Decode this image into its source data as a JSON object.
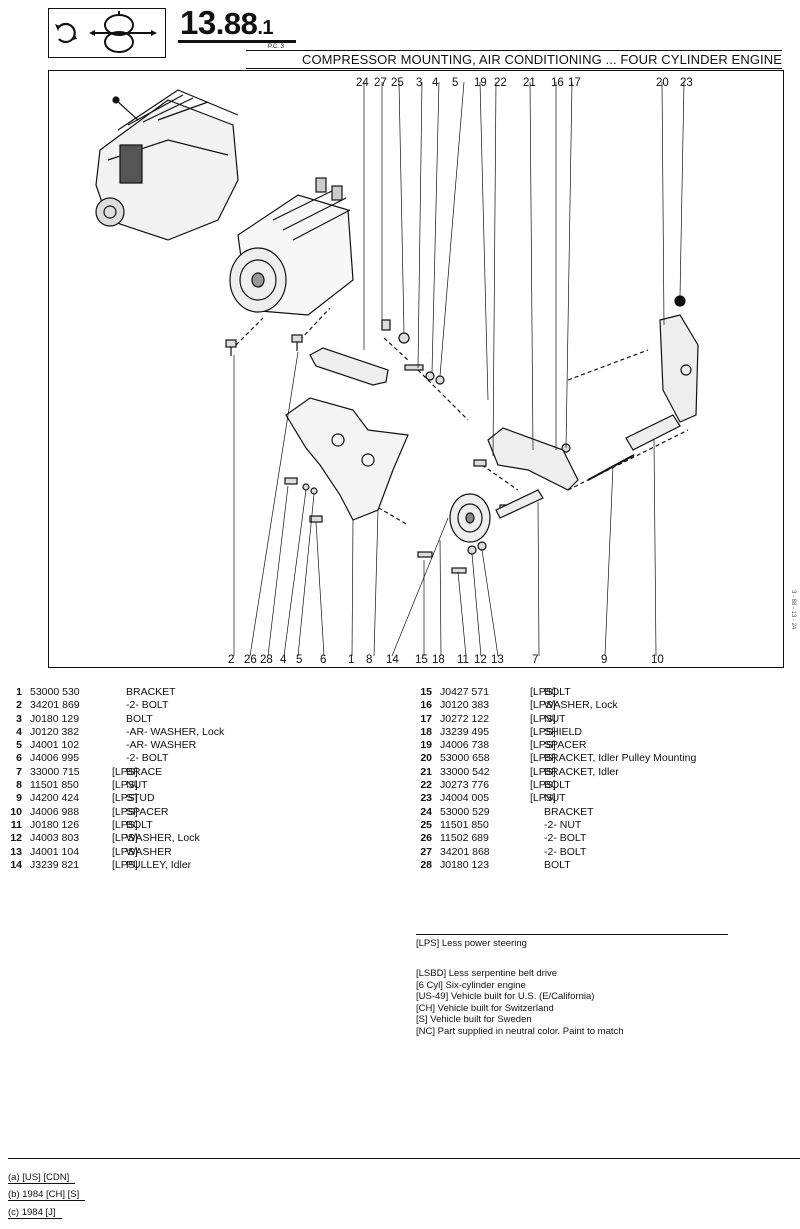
{
  "header": {
    "page_major": "13",
    "page_minor": ".88",
    "page_sub": ".1",
    "pc_label": "P.C. 3",
    "title": "COMPRESSOR MOUNTING, AIR CONDITIONING ... FOUR CYLINDER ENGINE",
    "logo_icon": "ac-compressor-flow-icon"
  },
  "diagram": {
    "callouts_top": [
      "24",
      "27",
      "25",
      "3",
      "4",
      "5",
      "19",
      "22",
      "21",
      "16",
      "17",
      "20",
      "23"
    ],
    "callouts_bottom": [
      "2",
      "26",
      "28",
      "4",
      "5",
      "6",
      "1",
      "8",
      "14",
      "15",
      "18",
      "11",
      "12",
      "13",
      "7",
      "9",
      "10"
    ],
    "side_mark": "3 - 88 - 13 - 24"
  },
  "parts_left": [
    {
      "num": "1",
      "part": "53000 530",
      "code": "",
      "desc": "BRACKET"
    },
    {
      "num": "2",
      "part": "34201 869",
      "code": "",
      "desc": "-2- BOLT"
    },
    {
      "num": "3",
      "part": "J0180 129",
      "code": "",
      "desc": "BOLT"
    },
    {
      "num": "4",
      "part": "J0120 382",
      "code": "",
      "desc": "-AR- WASHER, Lock"
    },
    {
      "num": "5",
      "part": "J4001 102",
      "code": "",
      "desc": "-AR- WASHER"
    },
    {
      "num": "6",
      "part": "J4006 995",
      "code": "",
      "desc": "-2- BOLT"
    },
    {
      "num": "7",
      "part": "33000 715",
      "code": "[LPS]",
      "desc": "BRACE"
    },
    {
      "num": "8",
      "part": "11501 850",
      "code": "[LPS]",
      "desc": "NUT"
    },
    {
      "num": "9",
      "part": "J4200 424",
      "code": "[LPS]",
      "desc": "STUD"
    },
    {
      "num": "10",
      "part": "J4006 988",
      "code": "[LPS]",
      "desc": "SPACER"
    },
    {
      "num": "11",
      "part": "J0180 126",
      "code": "[LPS]",
      "desc": "BOLT"
    },
    {
      "num": "12",
      "part": "J4003 803",
      "code": "[LPS]",
      "desc": "WASHER, Lock"
    },
    {
      "num": "13",
      "part": "J4001 104",
      "code": "[LPS]",
      "desc": "WASHER"
    },
    {
      "num": "14",
      "part": "J3239 821",
      "code": "[LPS]",
      "desc": "PULLEY, Idler"
    }
  ],
  "parts_right": [
    {
      "num": "15",
      "part": "J0427 571",
      "code": "[LPS]",
      "desc": "BOLT"
    },
    {
      "num": "16",
      "part": "J0120 383",
      "code": "[LPS]",
      "desc": "WASHER, Lock"
    },
    {
      "num": "17",
      "part": "J0272 122",
      "code": "[LPS]",
      "desc": "NUT"
    },
    {
      "num": "18",
      "part": "J3239 495",
      "code": "[LPS]",
      "desc": "SHIELD"
    },
    {
      "num": "19",
      "part": "J4006 738",
      "code": "[LPS]",
      "desc": "SPACER"
    },
    {
      "num": "20",
      "part": "53000 658",
      "code": "[LPS]",
      "desc": "BRACKET, Idler Pulley Mounting"
    },
    {
      "num": "21",
      "part": "33000 542",
      "code": "[LPS]",
      "desc": "BRACKET, Idler"
    },
    {
      "num": "22",
      "part": "J0273 776",
      "code": "[LPS]",
      "desc": "BOLT"
    },
    {
      "num": "23",
      "part": "J4004 005",
      "code": "[LPS]",
      "desc": "NUT"
    },
    {
      "num": "24",
      "part": "53000 529",
      "code": "",
      "desc": "BRACKET"
    },
    {
      "num": "25",
      "part": "11501 850",
      "code": "",
      "desc": "-2- NUT"
    },
    {
      "num": "26",
      "part": "11502 689",
      "code": "",
      "desc": "-2- BOLT"
    },
    {
      "num": "27",
      "part": "34201 868",
      "code": "",
      "desc": "-2- BOLT"
    },
    {
      "num": "28",
      "part": "J0180 123",
      "code": "",
      "desc": "BOLT"
    }
  ],
  "legend": {
    "primary": "[LPS] Less power steering",
    "items": [
      "[LSBD] Less serpentine belt drive",
      "[6 Cyl] Six-cylinder engine",
      "[US-49] Vehicle built for U.S. (E/California)",
      "[CH] Vehicle built for Switzerland",
      "[S] Vehicle built for Sweden",
      "[NC] Part supplied in neutral color. Paint to match"
    ]
  },
  "footnotes": [
    "(a) [US] [CDN]",
    "(b) 1984 [CH] [S]",
    "(c) 1984 [J]"
  ]
}
